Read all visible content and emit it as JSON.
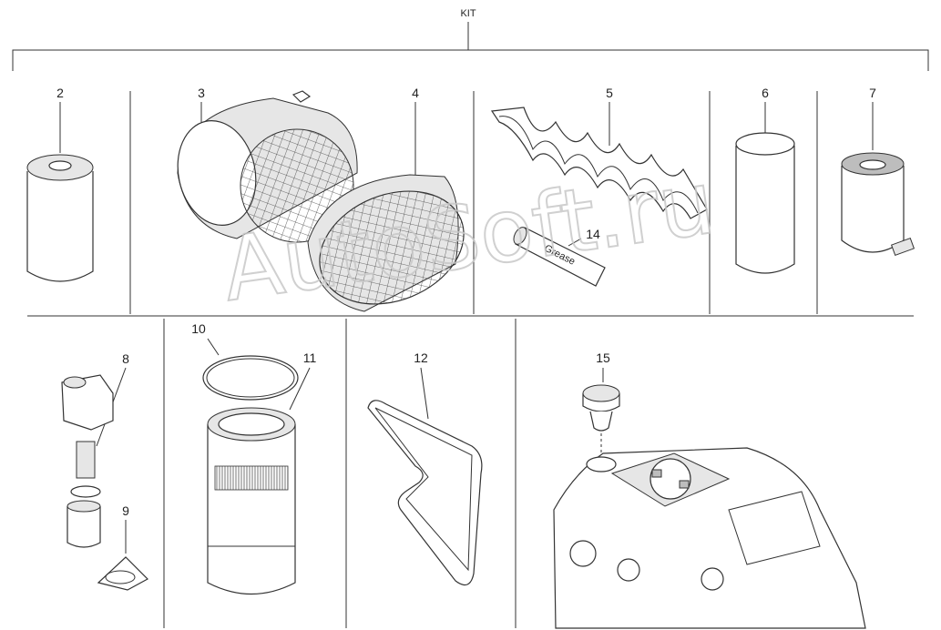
{
  "kit_label": "KIT",
  "callouts": {
    "c2": "2",
    "c3": "3",
    "c4": "4",
    "c5": "5",
    "c6": "6",
    "c7": "7",
    "c8": "8",
    "c9": "9",
    "c10": "10",
    "c11": "11",
    "c12": "12",
    "c14": "14",
    "c15": "15"
  },
  "grease_label": "Grease",
  "watermark": "AutoSoft.ru"
}
